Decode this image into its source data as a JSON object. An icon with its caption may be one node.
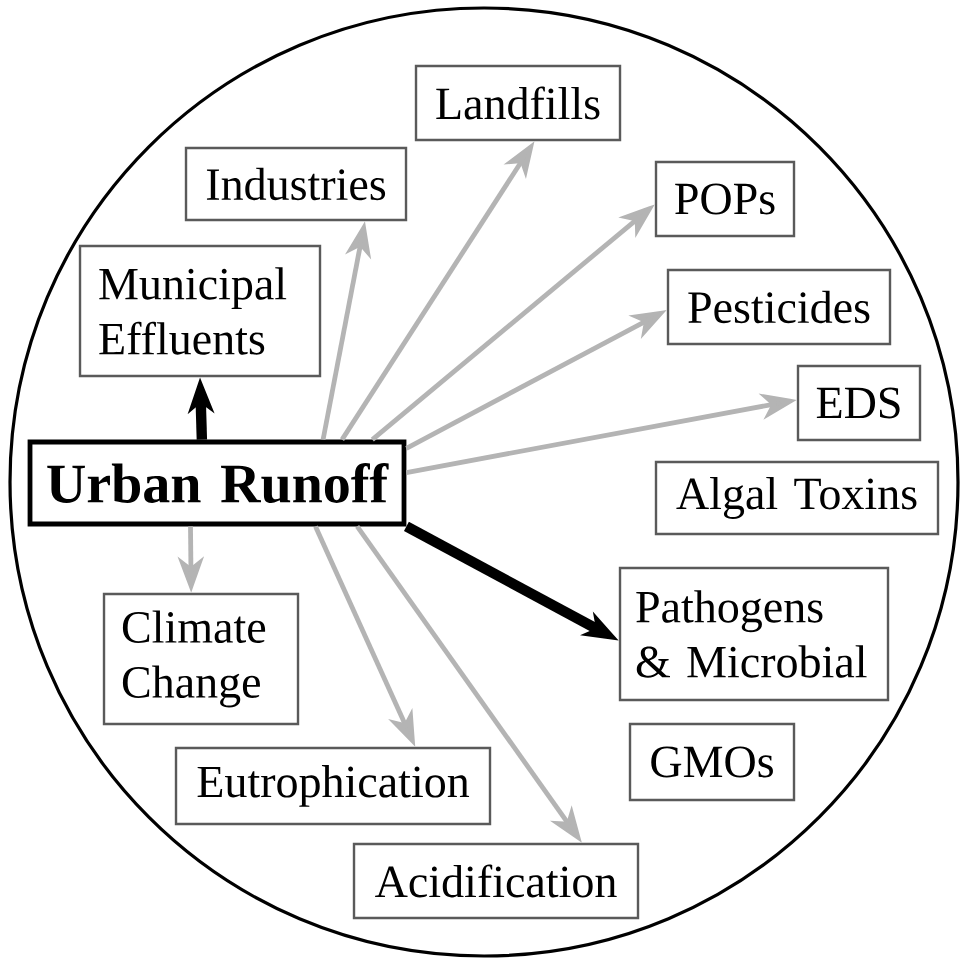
{
  "diagram": {
    "nodes": [
      {
        "text": [],
        "shape": "circle"
      },
      {
        "text": [
          "Landfills"
        ],
        "in": 0
      },
      {
        "text": [
          "Industries"
        ],
        "in": 0
      },
      {
        "text": [
          "POPs"
        ],
        "in": 0
      },
      {
        "text": [
          "Municipal Effluents"
        ],
        "in": 0
      },
      {
        "text": [
          "Pesticides"
        ],
        "in": 0
      },
      {
        "text": [
          "EDS"
        ],
        "in": 0
      },
      {
        "text": [
          "Urban Runoff"
        ],
        "in": 0
      },
      {
        "text": [
          "Algal Toxins"
        ],
        "in": 0
      },
      {
        "text": [
          "Pathogens & Microbial"
        ],
        "in": 0
      },
      {
        "text": [
          "Climate Change"
        ],
        "in": 0
      },
      {
        "text": [
          "GMOs"
        ],
        "in": 0
      },
      {
        "text": [
          "Eutrophication"
        ],
        "in": 0
      },
      {
        "text": [
          "Acidification"
        ],
        "in": 0
      }
    ],
    "edges": [
      {
        "from": 7,
        "to": 1,
        "arrow": "to"
      },
      {
        "from": 7,
        "to": 2,
        "arrow": "to"
      },
      {
        "from": 7,
        "to": 3,
        "arrow": "to"
      },
      {
        "from": 7,
        "to": 4,
        "arrow": "to",
        "style": "thick",
        "color": "#000000"
      },
      {
        "from": 7,
        "to": 5,
        "arrow": "to"
      },
      {
        "from": 7,
        "to": 6,
        "arrow": "to"
      },
      {
        "from": 7,
        "to": 9,
        "arrow": "to",
        "style": "thick",
        "color": "#000000"
      },
      {
        "from": 7,
        "to": 10,
        "arrow": "to"
      },
      {
        "from": 7,
        "to": 12,
        "arrow": "to"
      },
      {
        "from": 7,
        "to": 13,
        "arrow": "to"
      }
    ]
  }
}
